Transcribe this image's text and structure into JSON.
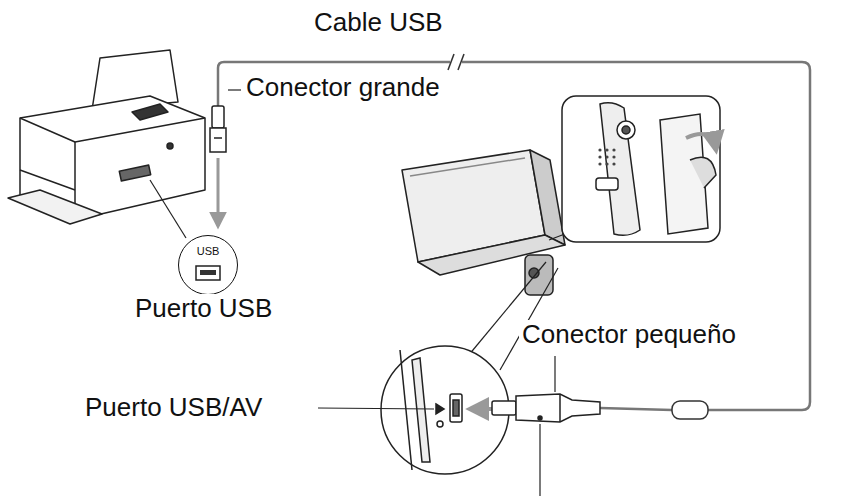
{
  "diagram": {
    "nodes": [
      {
        "text": [
          "USB"
        ]
      }
    ],
    "labels": [
      "Cable USB",
      "Conector grande",
      "Puerto USB",
      "Conector pequeño",
      "Puerto USB/AV"
    ]
  }
}
